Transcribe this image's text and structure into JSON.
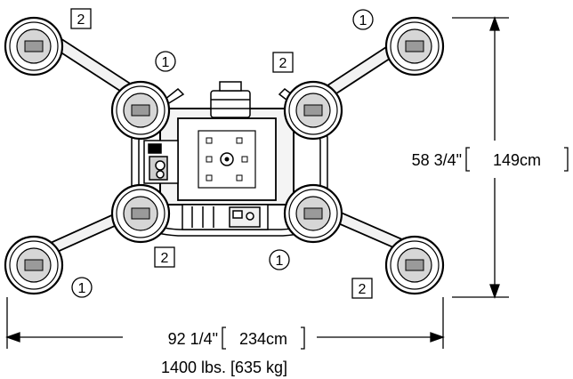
{
  "callouts": {
    "c1": "1",
    "c2": "1",
    "c3": "1",
    "c4": "1",
    "s1": "2",
    "s2": "2",
    "s3": "2",
    "s4": "2"
  },
  "dimensions": {
    "height_value": "58 3/4\"",
    "height_metric": "149cm",
    "width_value": "92 1/4\"",
    "width_metric": "234cm",
    "weight": "1400 lbs. [635 kg]"
  }
}
